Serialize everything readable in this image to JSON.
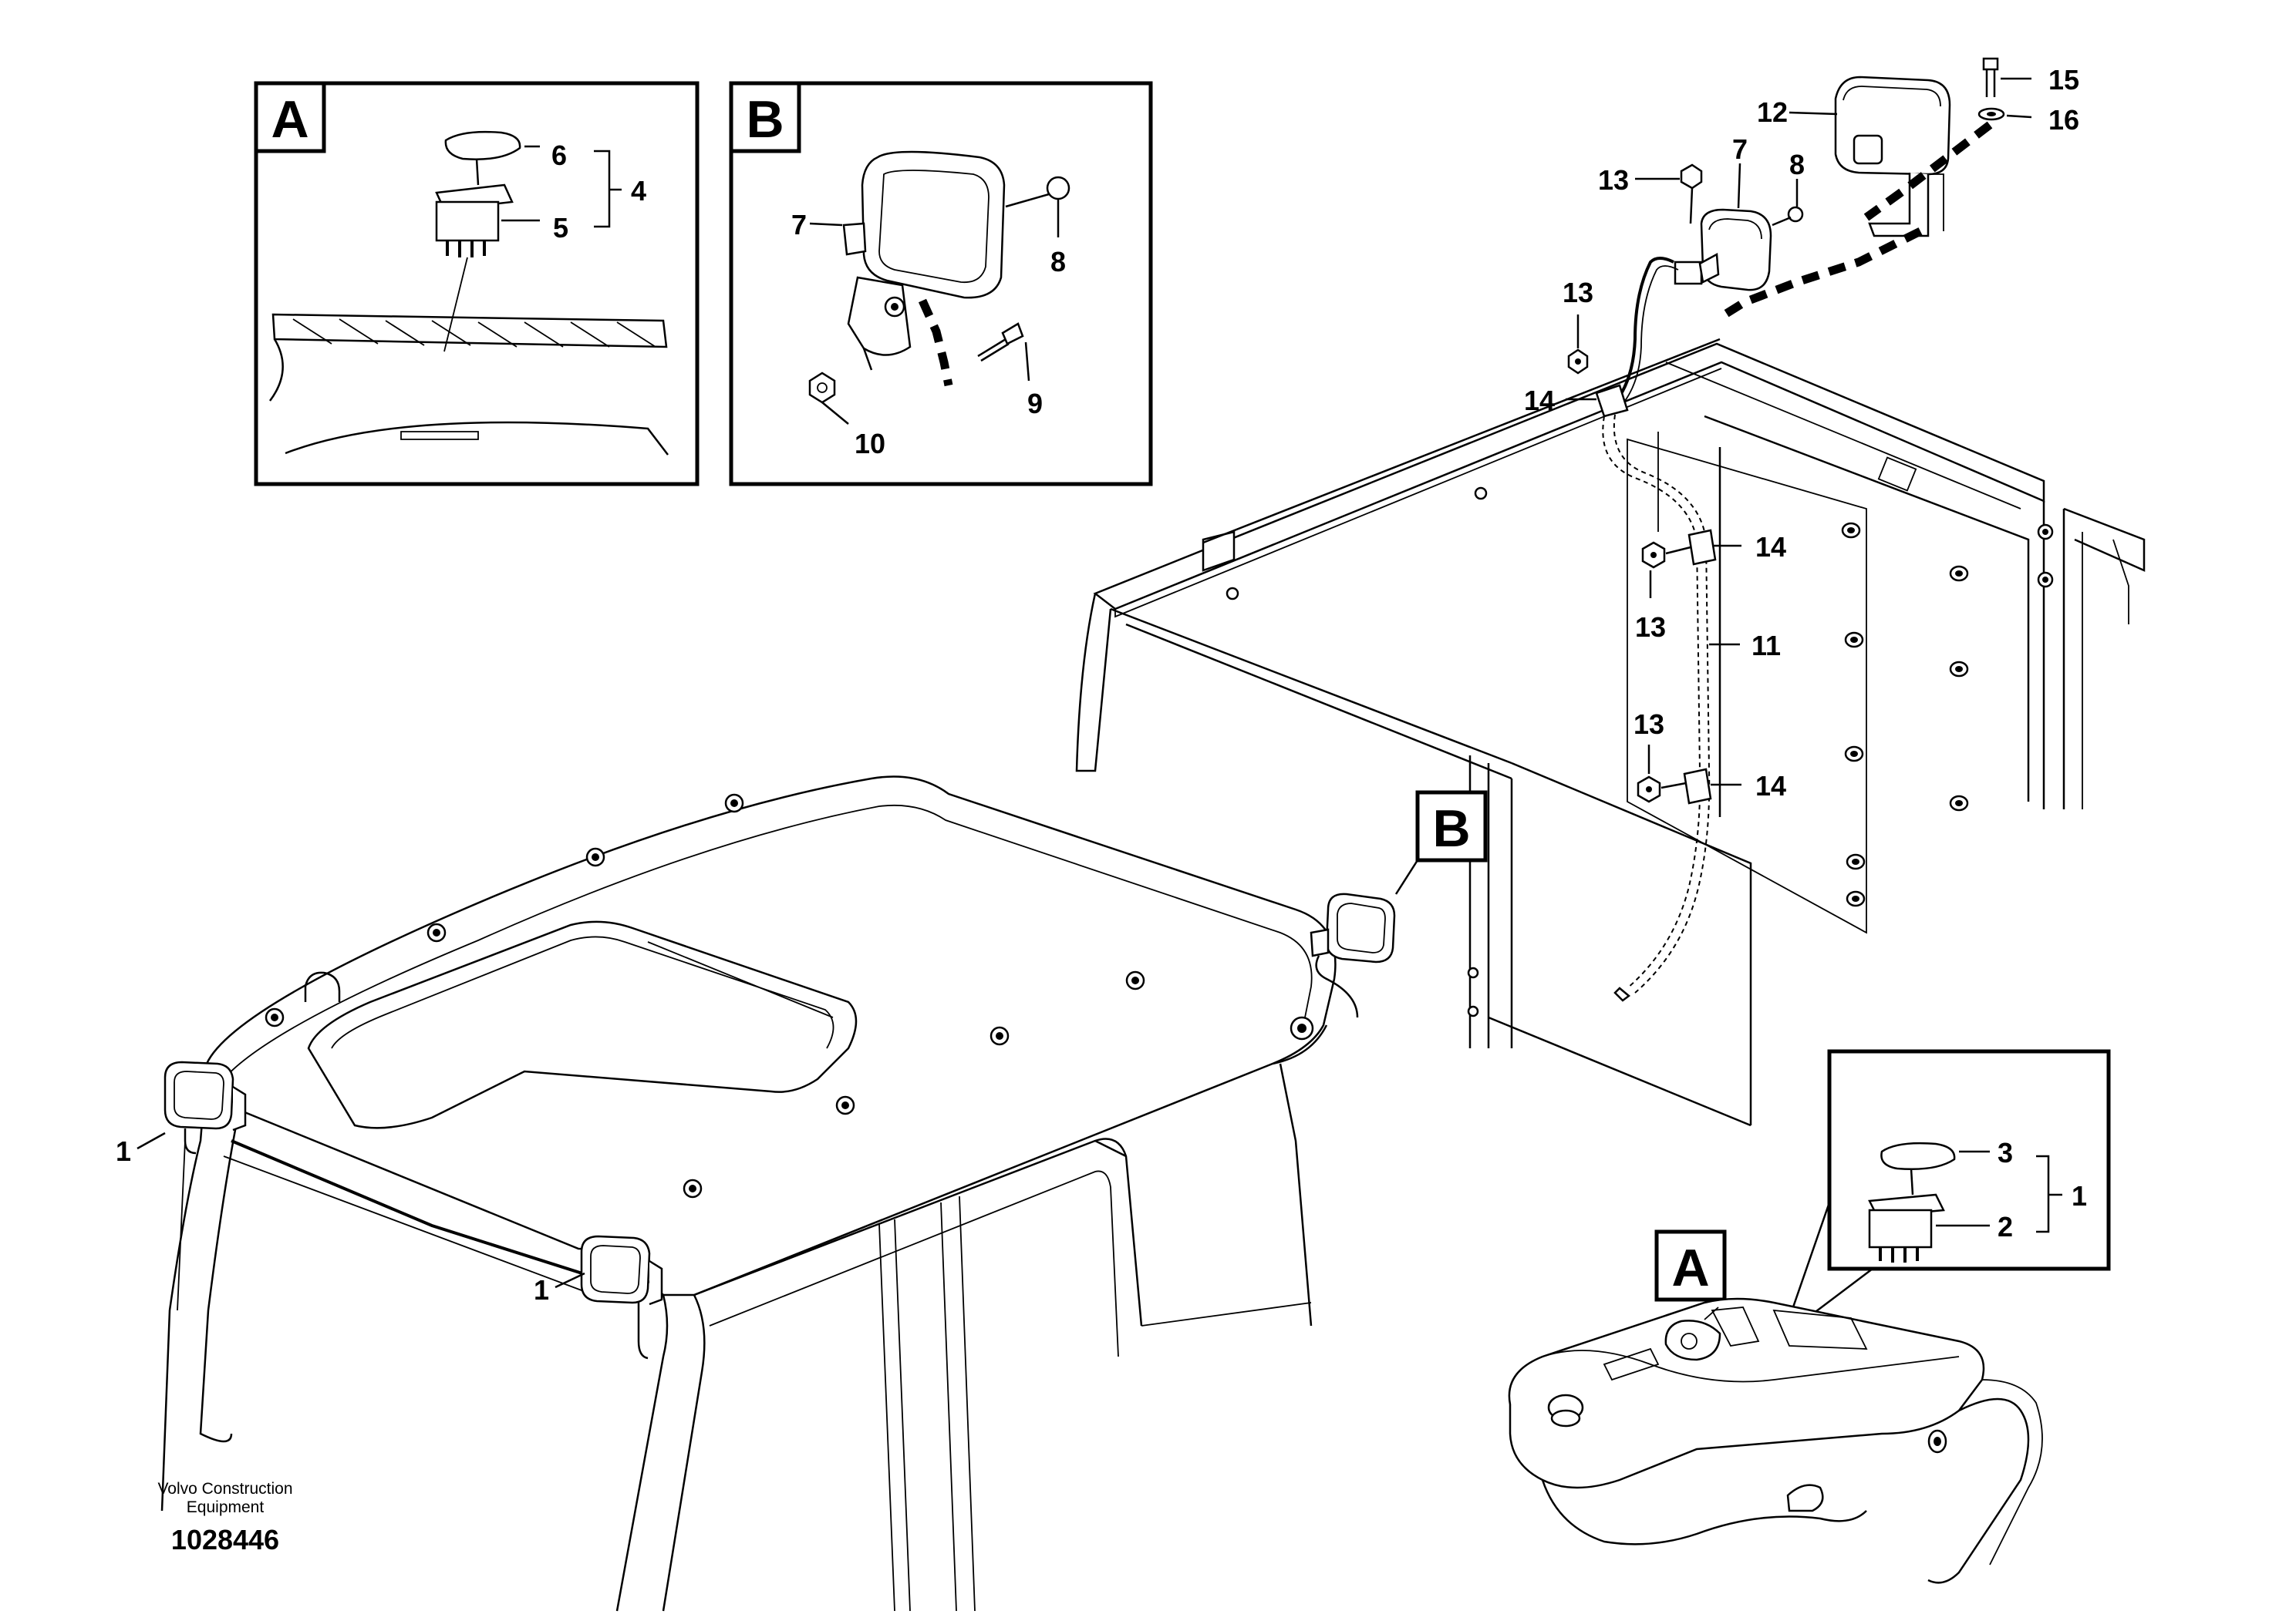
{
  "detail_boxes": {
    "A_label": "A",
    "B_label": "B"
  },
  "callouts": {
    "c1_left": "1",
    "c1_mid": "1",
    "c1_right": "1",
    "c2": "2",
    "c3": "3",
    "c4": "4",
    "c5": "5",
    "c6": "6",
    "c7_detail": "7",
    "c7_main": "7",
    "c8_detail": "8",
    "c8_main": "8",
    "c9": "9",
    "c10": "10",
    "c11": "11",
    "c12": "12",
    "c13_a": "13",
    "c13_b": "13",
    "c13_c": "13",
    "c13_d": "13",
    "c14_a": "14",
    "c14_b": "14",
    "c14_c": "14",
    "c15": "15",
    "c16": "16"
  },
  "footer": {
    "company_line1": "Volvo Construction",
    "company_line2": "Equipment",
    "drawing_number": "1028446"
  }
}
